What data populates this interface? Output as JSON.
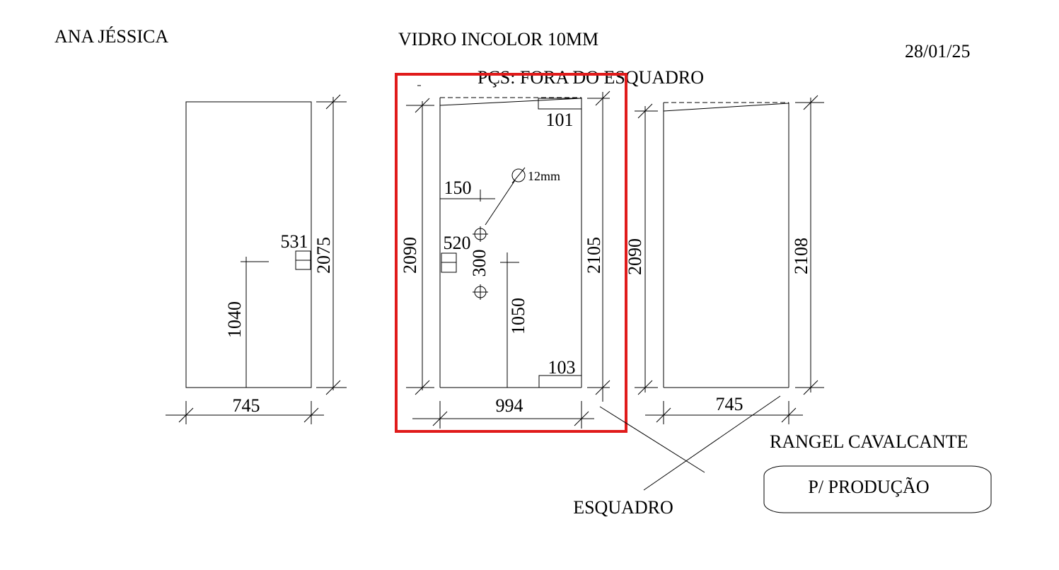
{
  "header": {
    "client": "ANA JÉSSICA",
    "material": "VIDRO INCOLOR 10MM",
    "date": "28/01/25",
    "note": "PÇS: FORA DO ESQUADRO"
  },
  "panel_left": {
    "width": "745",
    "height": "2075",
    "handle_height": "1040",
    "cutout": "531"
  },
  "panel_center": {
    "width": "994",
    "height_left": "2090",
    "height_right": "2105",
    "top_notch": "101",
    "bottom_notch": "103",
    "hole_offset": "150",
    "hole_diameter": "12mm",
    "cutout": "520",
    "hole_spacing": "300",
    "handle_height": "1050"
  },
  "panel_right": {
    "width": "745",
    "height_left": "2090",
    "height_right": "2108"
  },
  "footer": {
    "esquadro": "ESQUADRO",
    "customer": "RANGEL CAVALCANTE",
    "status": "P/ PRODUÇÃO"
  },
  "colors": {
    "highlight": "#e01b1b",
    "ink": "#000000"
  }
}
